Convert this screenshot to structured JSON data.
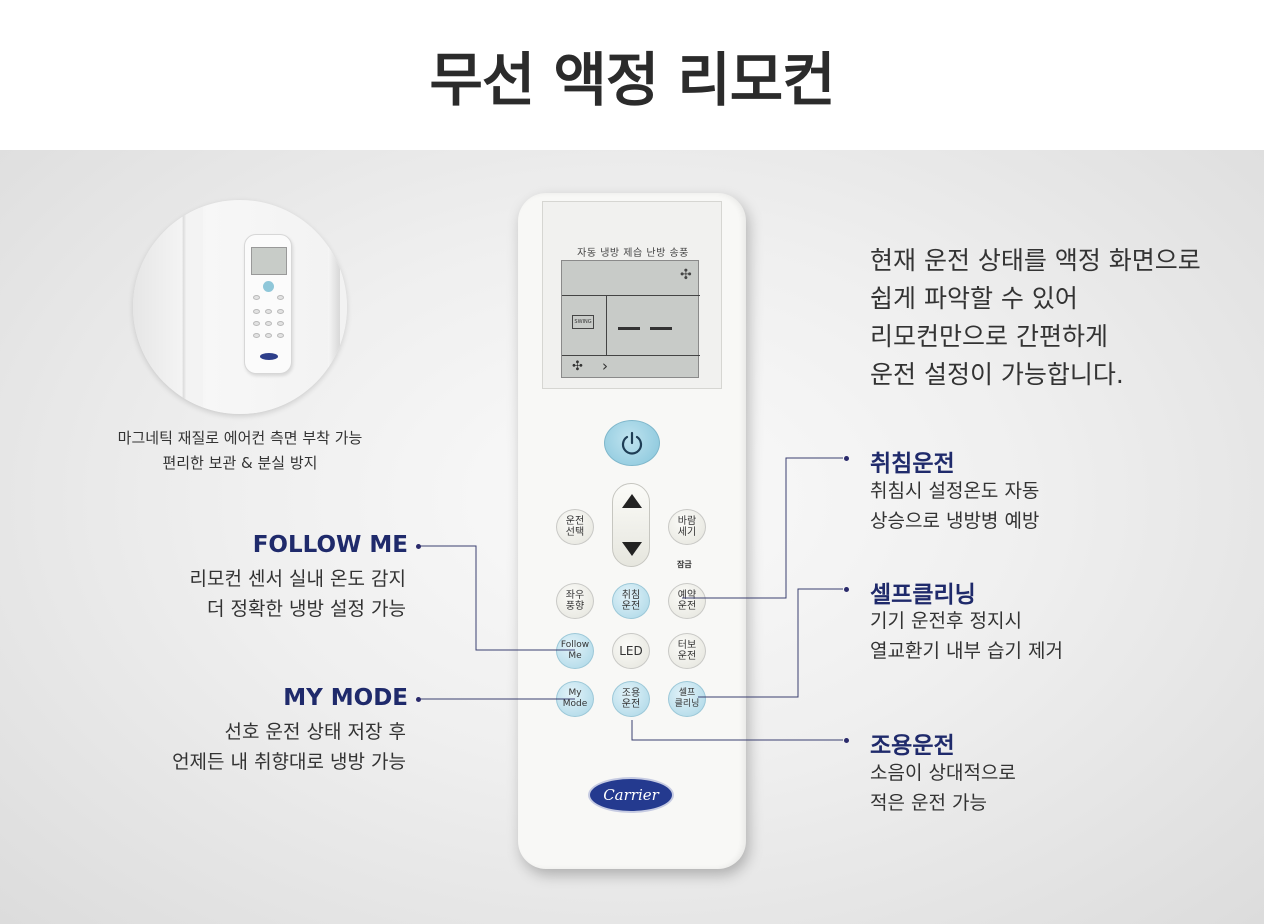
{
  "title": "무선 액정 리모컨",
  "photo_caption": {
    "line1": "마그네틱 재질로 에어컨 측면 부착 가능",
    "line2": "편리한 보관 & 분실 방지"
  },
  "description": [
    "현재 운전 상태를 액정 화면으로",
    "쉽게 파악할 수 있어",
    "리모컨만으로 간편하게",
    "운전 설정이 가능합니다."
  ],
  "remote": {
    "lcd_labels": "자동 냉방 제습 난방 송풍",
    "lcd_icon_label": "SWING",
    "buttons": {
      "mode": "운전\n선택",
      "fan": "바람\n세기",
      "sleep_label_small": "잠금",
      "swing": "좌우\n풍향",
      "sleep": "취침\n운전",
      "timer": "예약\n운전",
      "follow": "Follow\nMe",
      "led": "LED",
      "turbo": "터보\n운전",
      "mymode": "My\nMode",
      "silent": "조용\n운전",
      "clean": "셀프\n클리닝"
    },
    "brand": "Carrier"
  },
  "features": {
    "sleep": {
      "title": "취침운전",
      "line1": "취침시 설정온도 자동",
      "line2": "상승으로 냉방병 예방"
    },
    "follow_me": {
      "title": "FOLLOW ME",
      "line1": "리모컨 센서 실내 온도 감지",
      "line2": "더 정확한 냉방 설정 가능"
    },
    "self_clean": {
      "title": "셀프클리닝",
      "line1": "기기 운전후 정지시",
      "line2": "열교환기 내부 습기 제거"
    },
    "my_mode": {
      "title": "MY MODE",
      "line1": "선호 운전 상태 저장 후",
      "line2": "언제든 내 취향대로 냉방 가능"
    },
    "silent": {
      "title": "조용운전",
      "line1": "소음이 상대적으로",
      "line2": "적은 운전 가능"
    }
  },
  "colors": {
    "accent": "#1f2a6b",
    "button_blue": "#a9d6e6",
    "brand": "#243a8f"
  }
}
